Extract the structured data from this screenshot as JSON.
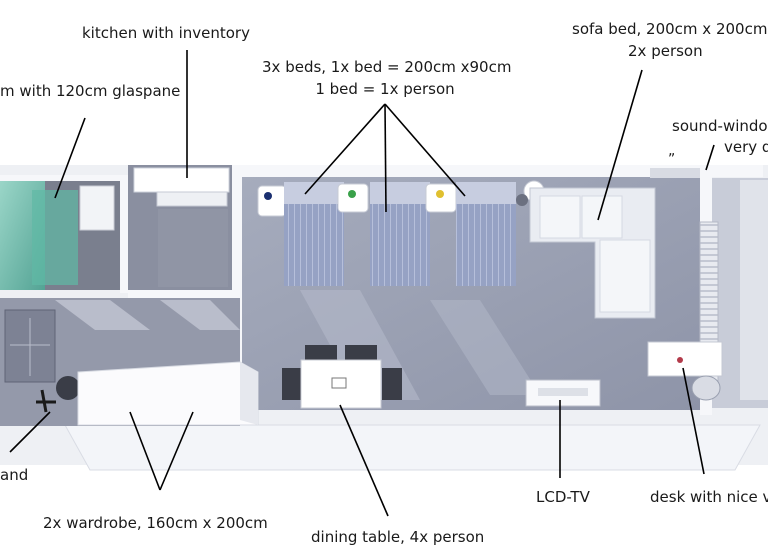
{
  "labels": {
    "kitchen": "kitchen with inventory",
    "bathroom": "m with 120cm glaspane",
    "beds_line1": "3x beds, 1x bed = 200cm x90cm",
    "beds_line2": "1 bed = 1x person",
    "sofa_line1": "sofa bed, 200cm x 200cm",
    "sofa_line2": "2x person",
    "window_line1": "sound-windo",
    "window_line2": "very q",
    "stand": "and",
    "wardrobe": "2x wardrobe, 160cm x 200cm",
    "dining": "dining table, 4x person",
    "tv": "LCD-TV",
    "desk": "desk with nice v",
    "quote_mark": "„"
  },
  "colors": {
    "floor": "#9ea4b6",
    "wall": "#f4f6f9",
    "wall_shadow": "#d7dbe4",
    "bed": "#9aa6c7",
    "bed_stripe": "#b9c2dc",
    "glass": "#79c8b6",
    "leader": "#000000"
  }
}
